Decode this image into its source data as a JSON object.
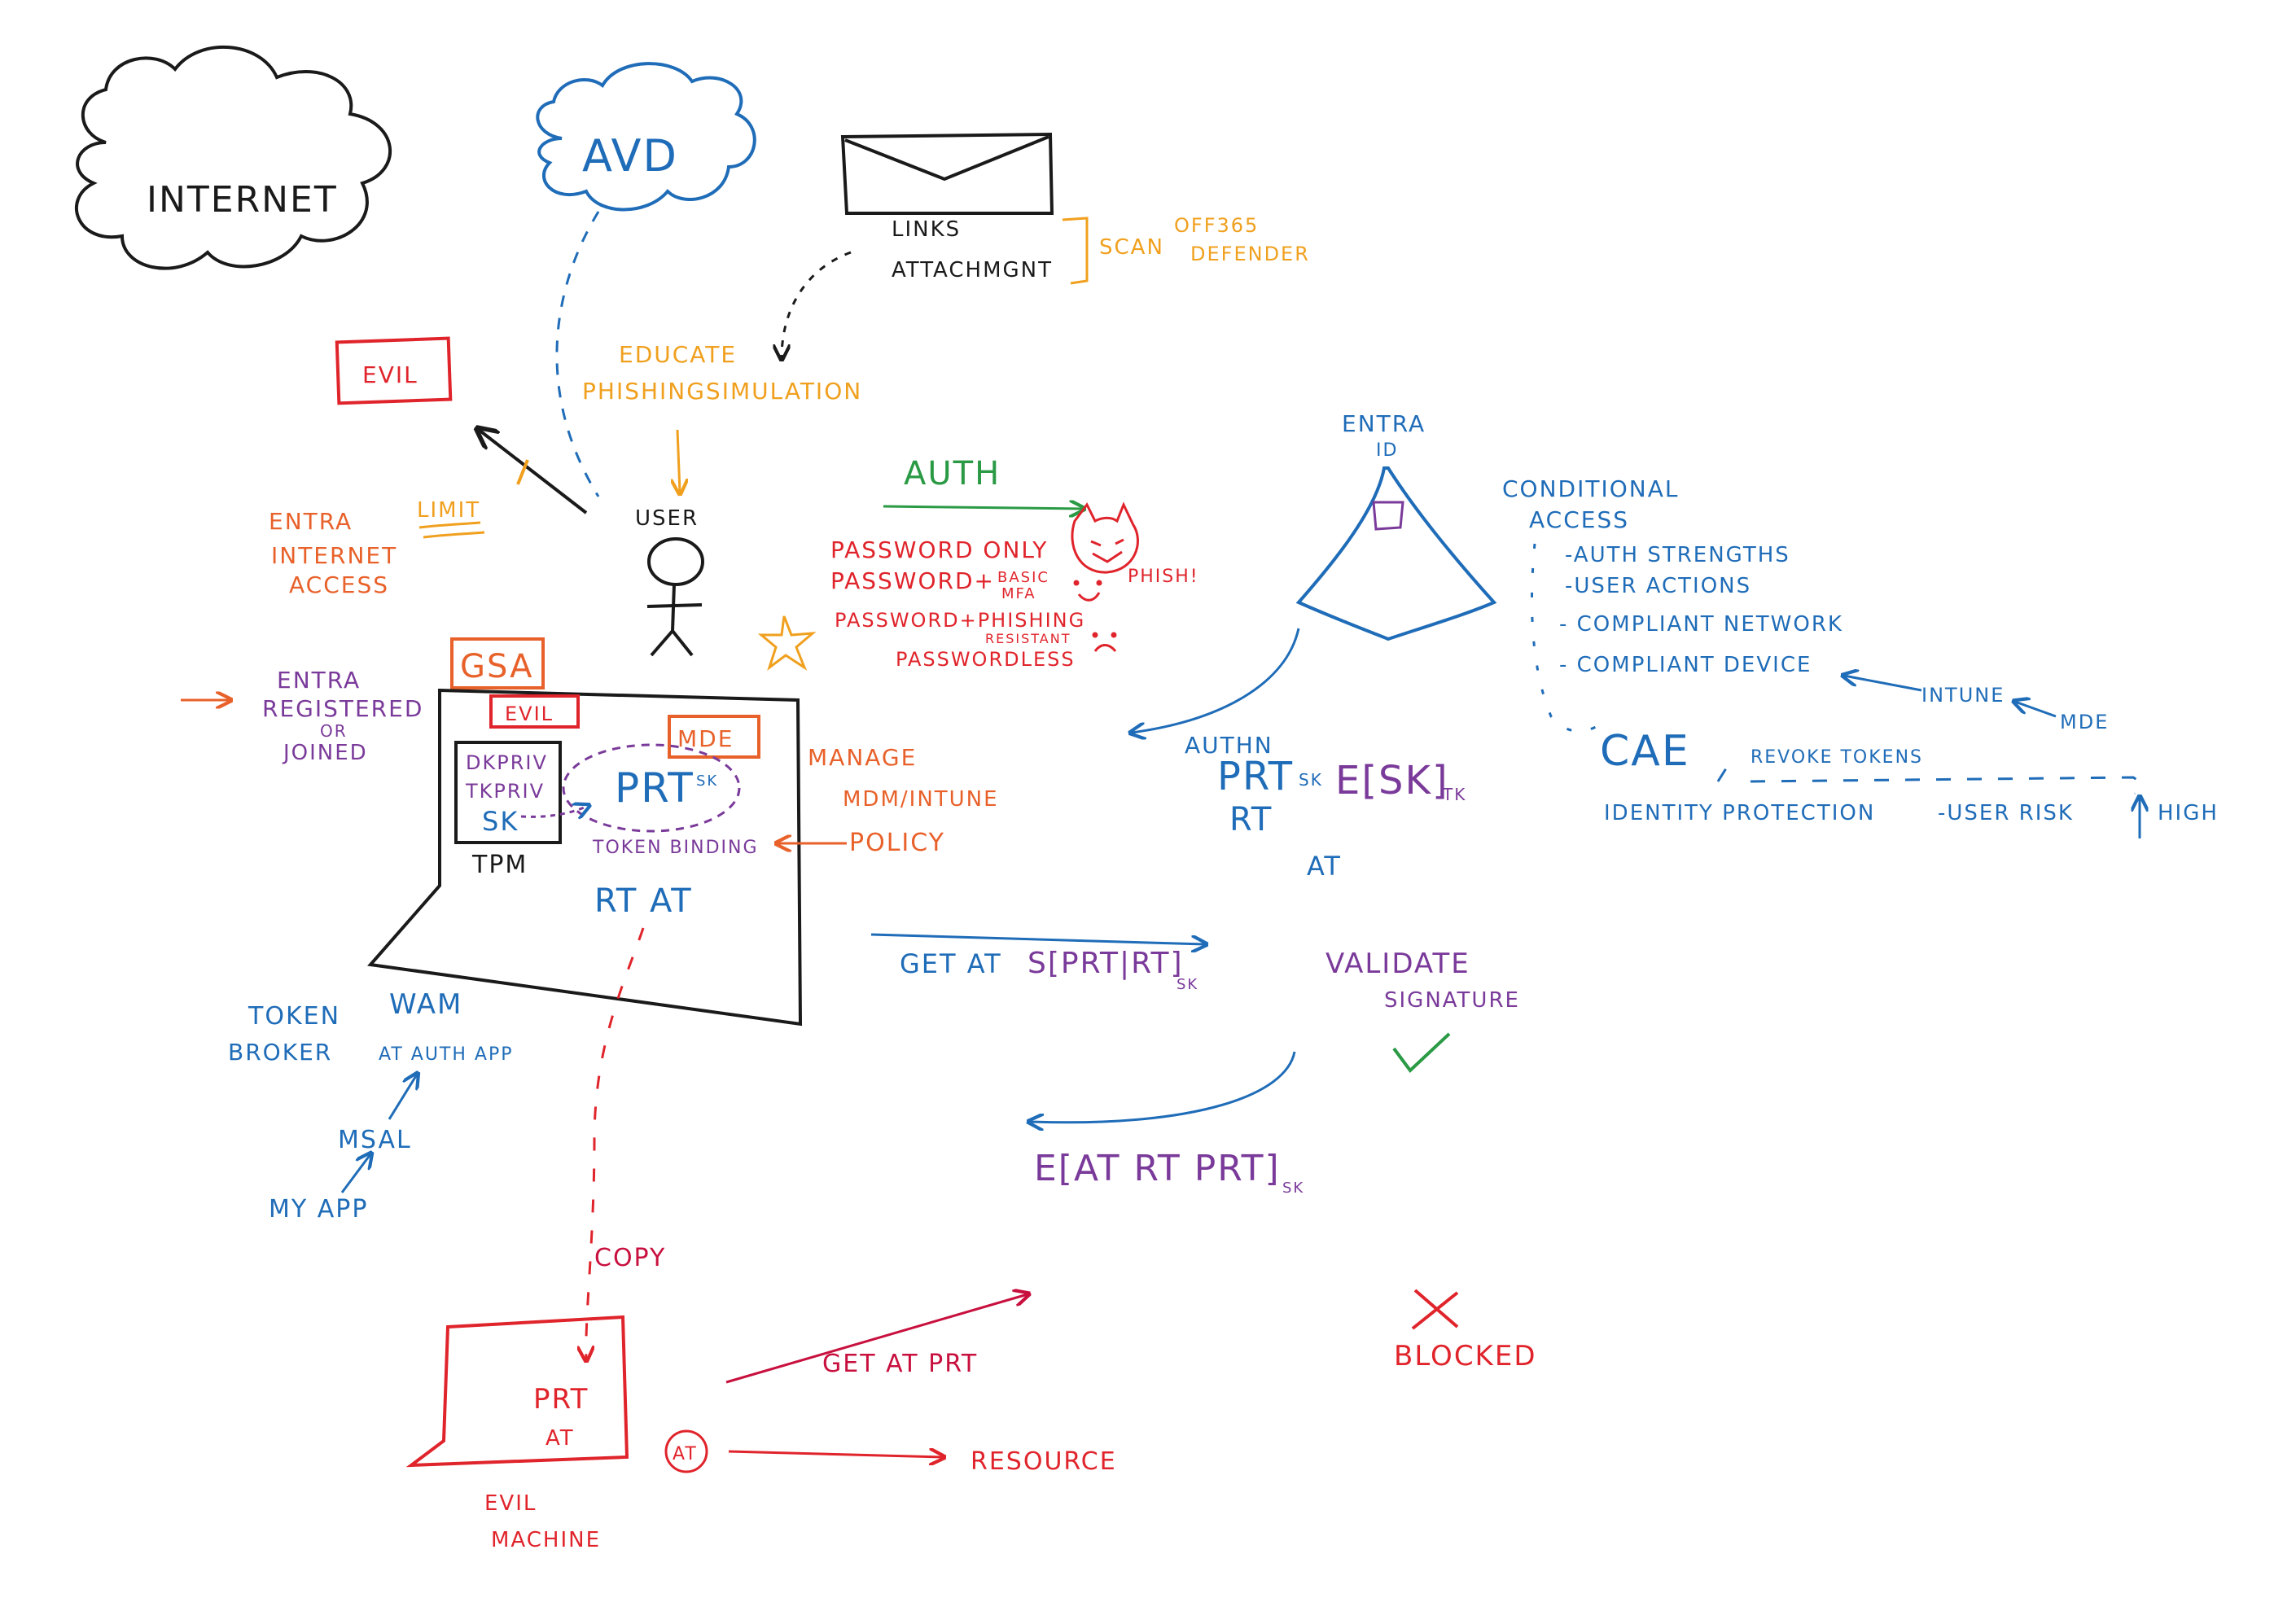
{
  "colors": {
    "black": "#1a1a1a",
    "blue": "#1f6cb8",
    "orange": "#f0a01e",
    "red": "#e0242b",
    "green": "#2a9a45",
    "purple": "#7a3a9a",
    "dark_orange": "#e8612a",
    "crimson": "#c8103e"
  },
  "clouds": {
    "internet": "INTERNET",
    "avd": "AVD"
  },
  "email": {
    "links": "LINKS",
    "attachment": "ATTACHMGNT",
    "scan": "SCAN",
    "off365": "OFF365",
    "defender": "DEFENDER"
  },
  "educate": {
    "line1": "EDUCATE",
    "line2": "PHISHINGSIMULATION"
  },
  "user": {
    "label": "USER"
  },
  "evil_top": "EVIL",
  "limit": "LIMIT",
  "entra_internet": {
    "l1": "ENTRA",
    "l2": "INTERNET",
    "l3": "ACCESS"
  },
  "entra_registered": {
    "l1": "ENTRA",
    "l2": "REGISTERED",
    "l3": "OR",
    "l4": "JOINED"
  },
  "gsa": "GSA",
  "device": {
    "evil": "EVIL",
    "mde": "MDE",
    "tpm_items": [
      "DKPRIV",
      "TKPRIV",
      "SK"
    ],
    "tpm": "TPM",
    "prt": "PRT",
    "prt_sub": "SK",
    "token_binding": "TOKEN BINDING",
    "rt_at": "RT   AT"
  },
  "manage": {
    "l1": "MANAGE",
    "l2": "MDM/INTUNE",
    "l3": "POLICY"
  },
  "broker": {
    "token": "TOKEN",
    "broker": "BROKER",
    "wam": "WAM",
    "wam_sub": "AT AUTH APP",
    "msal": "MSAL",
    "myapp": "MY APP"
  },
  "auth": {
    "title": "AUTH",
    "password_only": "PASSWORD ONLY",
    "password_basic": "PASSWORD+",
    "basic_mfa_1": "BASIC",
    "basic_mfa_2": "MFA",
    "phish": "PHISH!",
    "password_phish": "PASSWORD+PHISHING",
    "resistant": "RESISTANT",
    "passwordless": "PASSWORDLESS"
  },
  "entra_id": {
    "l1": "ENTRA",
    "l2": "ID",
    "authn": "AUTHN",
    "prt": "PRT",
    "prt_sub": "SK",
    "e_sk": "E[SK]",
    "e_sk_sub": "TK",
    "rt": "RT",
    "at": "AT"
  },
  "conditional_access": {
    "l1": "CONDITIONAL",
    "l2": "ACCESS",
    "items": [
      "-AUTH STRENGTHS",
      "-USER ACTIONS",
      "- COMPLIANT NETWORK",
      "- COMPLIANT DEVICE"
    ],
    "intune": "INTUNE",
    "mde": "MDE",
    "cae": "CAE",
    "revoke": "REVOKE TOKENS",
    "identity_protection": "IDENTITY PROTECTION",
    "user_risk": "-USER RISK",
    "high": "HIGH"
  },
  "get_at": {
    "label": "GET AT",
    "s": "S[PRT|RT]",
    "s_sub": "SK"
  },
  "validate": {
    "l1": "VALIDATE",
    "l2": "SIGNATURE"
  },
  "response": {
    "e": "E[AT RT PRT]",
    "sub": "SK"
  },
  "evil_machine": {
    "copy": "COPY",
    "prt": "PRT",
    "at": "AT",
    "l1": "EVIL",
    "l2": "MACHINE",
    "get_at_prt": "GET AT PRT",
    "at_circle": "AT",
    "resource": "RESOURCE"
  },
  "blocked": "BLOCKED"
}
